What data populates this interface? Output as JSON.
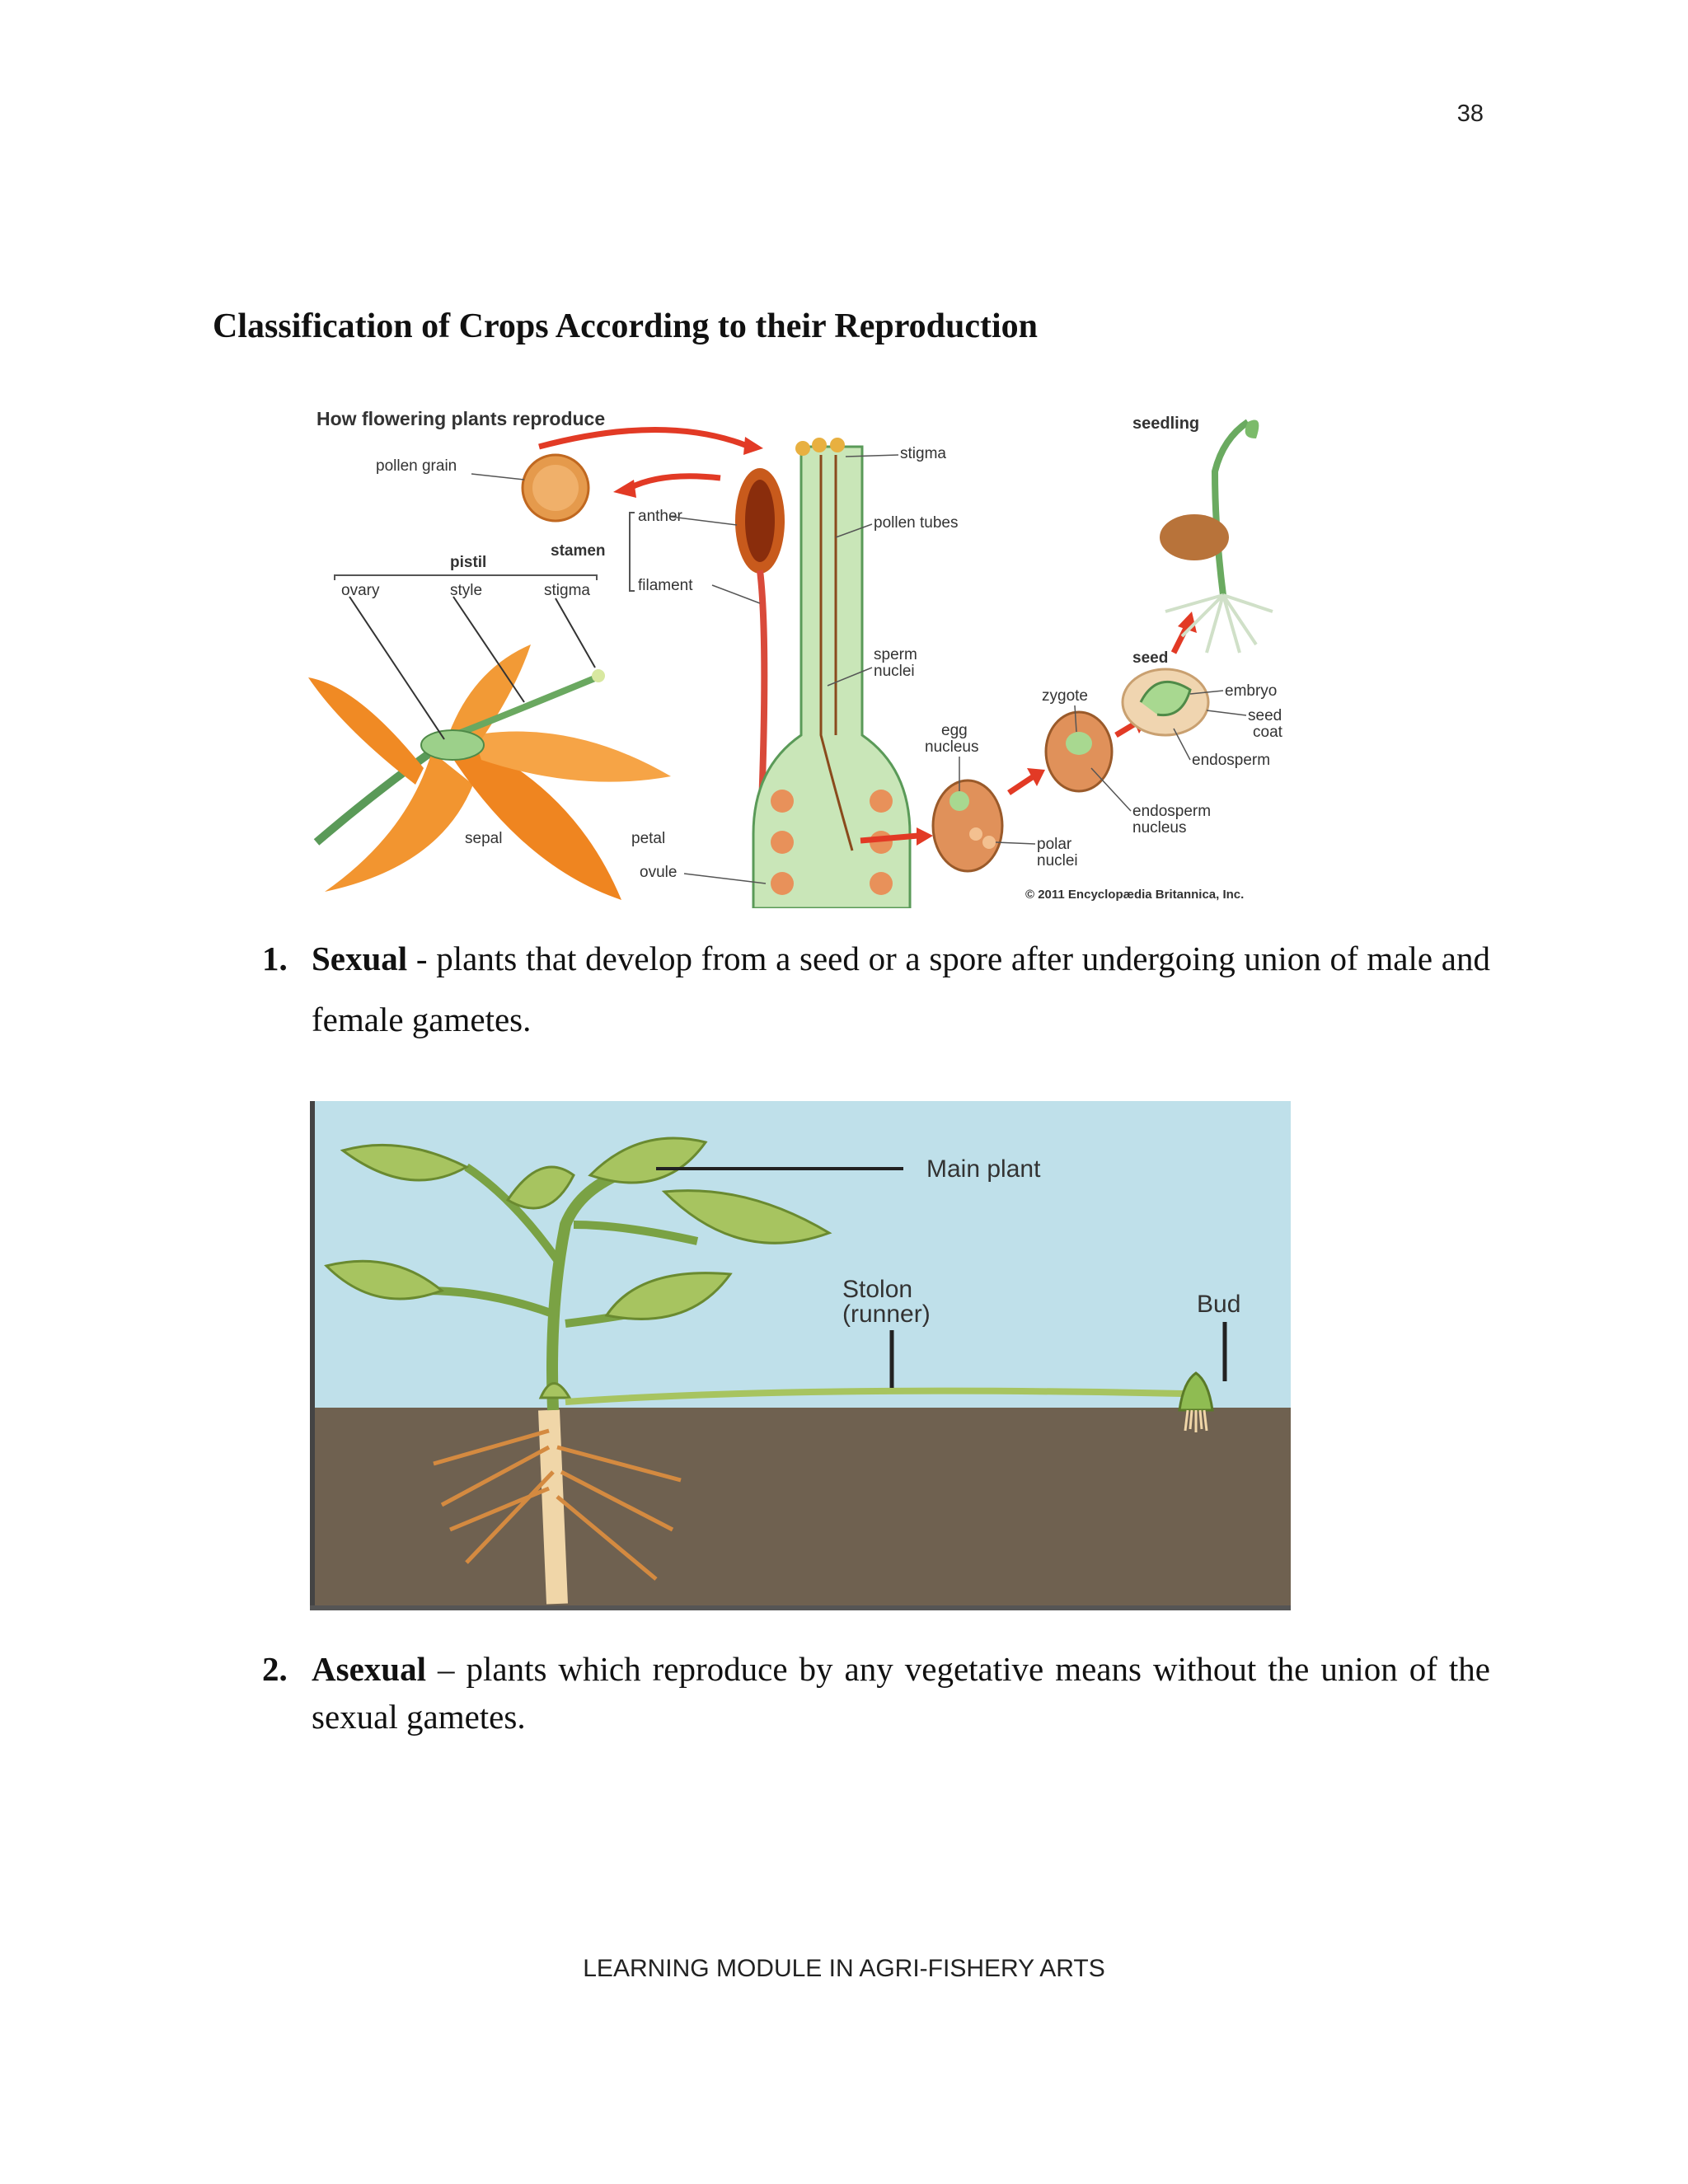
{
  "page_number": "38",
  "heading": "Classification of Crops According to their Reproduction",
  "figure1": {
    "title": "How flowering plants reproduce",
    "labels": {
      "pollen_grain": "pollen grain",
      "stigma_top": "stigma",
      "anther": "anther",
      "pollen_tubes": "pollen tubes",
      "stamen": "stamen",
      "pistil": "pistil",
      "ovary": "ovary",
      "style": "style",
      "stigma": "stigma",
      "filament": "filament",
      "sperm": "sperm",
      "nuclei": "nuclei",
      "seedling": "seedling",
      "seed": "seed",
      "zygote": "zygote",
      "embryo": "embryo",
      "seed_coat_1": "seed",
      "seed_coat_2": "coat",
      "egg": "egg",
      "nucleus": "nucleus",
      "endosperm": "endosperm",
      "endosperm_nucleus_1": "endosperm",
      "endosperm_nucleus_2": "nucleus",
      "polar_1": "polar",
      "polar_2": "nuclei",
      "sepal": "sepal",
      "petal": "petal",
      "ovule": "ovule"
    },
    "credit": "© 2011 Encyclopædia Britannica, Inc."
  },
  "items": [
    {
      "number": "1.",
      "term": "Sexual",
      "text": " - plants that develop from a seed or a spore after undergoing union of male and female gametes."
    },
    {
      "number": "2.",
      "term": "Asexual",
      "text": " – plants which reproduce by any vegetative means without the union of the sexual gametes."
    }
  ],
  "figure2": {
    "labels": {
      "main_plant": "Main plant",
      "stolon": "Stolon",
      "runner": "(runner)",
      "bud": "Bud"
    }
  },
  "footer": "LEARNING MODULE IN AGRI-FISHERY ARTS"
}
